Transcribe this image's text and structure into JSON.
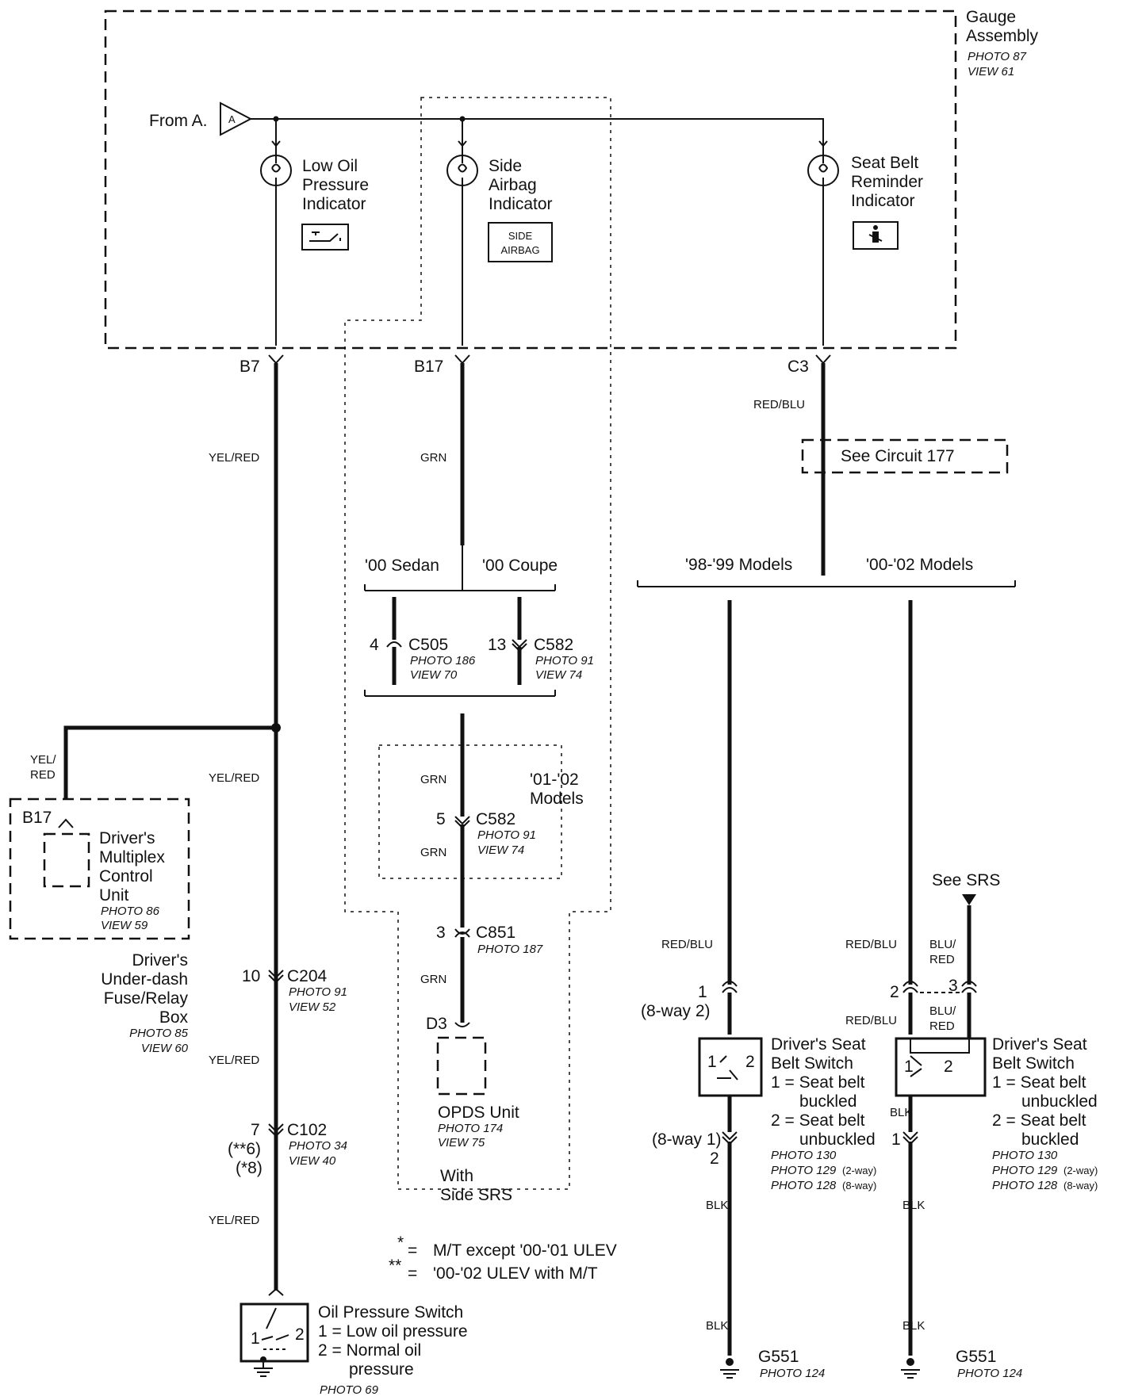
{
  "gauge": {
    "title1": "Gauge",
    "title2": "Assembly",
    "photo": "PHOTO 87",
    "view": "VIEW 61"
  },
  "from_a": "From A.",
  "tri_a": "A",
  "low_oil": {
    "l1": "Low Oil",
    "l2": "Pressure",
    "l3": "Indicator"
  },
  "side_airbag": {
    "l1": "Side",
    "l2": "Airbag",
    "l3": "Indicator",
    "icon1": "SIDE",
    "icon2": "AIRBAG"
  },
  "seat_belt": {
    "l1": "Seat Belt",
    "l2": "Reminder",
    "l3": "Indicator"
  },
  "pins": {
    "b7": "B7",
    "b17": "B17",
    "c3": "C3",
    "d3": "D3",
    "b17dmcu": "B17"
  },
  "wires": {
    "yel_red": "YEL/RED",
    "grn": "GRN",
    "red_blu": "RED/BLU",
    "blk": "BLK",
    "yel": "YEL/",
    "red": "RED",
    "blu": "BLU/"
  },
  "see_circuit": "See Circuit 177",
  "sedan": "'00 Sedan",
  "coupe": "'00 Coupe",
  "models_9899": "'98-'99 Models",
  "models_0002": "'00-'02 Models",
  "c505": {
    "pin": "4",
    "name": "C505",
    "photo": "PHOTO 186",
    "view": "VIEW 70"
  },
  "c582a": {
    "pin": "13",
    "name": "C582",
    "photo": "PHOTO 91",
    "view": "VIEW 74"
  },
  "models_0102": {
    "l1": "'01-'02",
    "l2": "Models"
  },
  "c582b": {
    "pin": "5",
    "name": "C582",
    "photo": "PHOTO 91",
    "view": "VIEW 74"
  },
  "c851": {
    "pin": "3",
    "name": "C851",
    "photo": "PHOTO 187"
  },
  "opds": {
    "name": "OPDS Unit",
    "photo": "PHOTO 174",
    "view": "VIEW 75"
  },
  "with_side": {
    "l1": "With",
    "l2": "Side SRS"
  },
  "dmcu": {
    "l1": "Driver's",
    "l2": "Multiplex",
    "l3": "Control",
    "l4": "Unit",
    "photo": "PHOTO 86",
    "view": "VIEW 59"
  },
  "underdash": {
    "l1": "Driver's",
    "l2": "Under-dash",
    "l3": "Fuse/Relay",
    "l4": "Box",
    "photo": "PHOTO 85",
    "view": "VIEW 60"
  },
  "c204": {
    "pin": "10",
    "name": "C204",
    "photo": "PHOTO 91",
    "view": "VIEW 52"
  },
  "c102": {
    "pin": "7",
    "p2": "(**6)",
    "p3": "(*8)",
    "name": "C102",
    "photo": "PHOTO 34",
    "view": "VIEW 40"
  },
  "oil_switch": {
    "l1": "Oil Pressure Switch",
    "l2": "1 = Low oil pressure",
    "l3": "2 = Normal oil",
    "l4": "pressure",
    "photo": "PHOTO 69"
  },
  "notes": {
    "star1": "*",
    "n1": "M/T except '00-'01 ULEV",
    "star2": "**",
    "n2": "'00-'02 ULEV with M/T",
    "eq": "="
  },
  "see_srs": "See SRS",
  "sb1": {
    "pin1": "1",
    "pin1b": "(8-way 2)",
    "pin2": "(8-way 1)",
    "pin2b": "2",
    "title1": "Driver's Seat",
    "title2": "Belt Switch",
    "d1": "1 = Seat belt",
    "d2": "buckled",
    "d3": "2 = Seat belt",
    "d4": "unbuckled",
    "ph1": "PHOTO 130",
    "ph2": "PHOTO 129",
    "ph2s": "(2-way)",
    "ph3": "PHOTO 128",
    "ph3s": "(8-way)",
    "g": "G551",
    "gph": "PHOTO 124"
  },
  "sb2": {
    "pin2": "2",
    "pin3": "3",
    "pin1": "1",
    "title1": "Driver's Seat",
    "title2": "Belt Switch",
    "d1": "1 = Seat belt",
    "d2": "unbuckled",
    "d3": "2 = Seat belt",
    "d4": "buckled",
    "ph1": "PHOTO 130",
    "ph2": "PHOTO 129",
    "ph2s": "(2-way)",
    "ph3": "PHOTO 128",
    "ph3s": "(8-way)",
    "g": "G551",
    "gph": "PHOTO 124"
  },
  "sw_pins": {
    "one": "1",
    "two": "2"
  }
}
